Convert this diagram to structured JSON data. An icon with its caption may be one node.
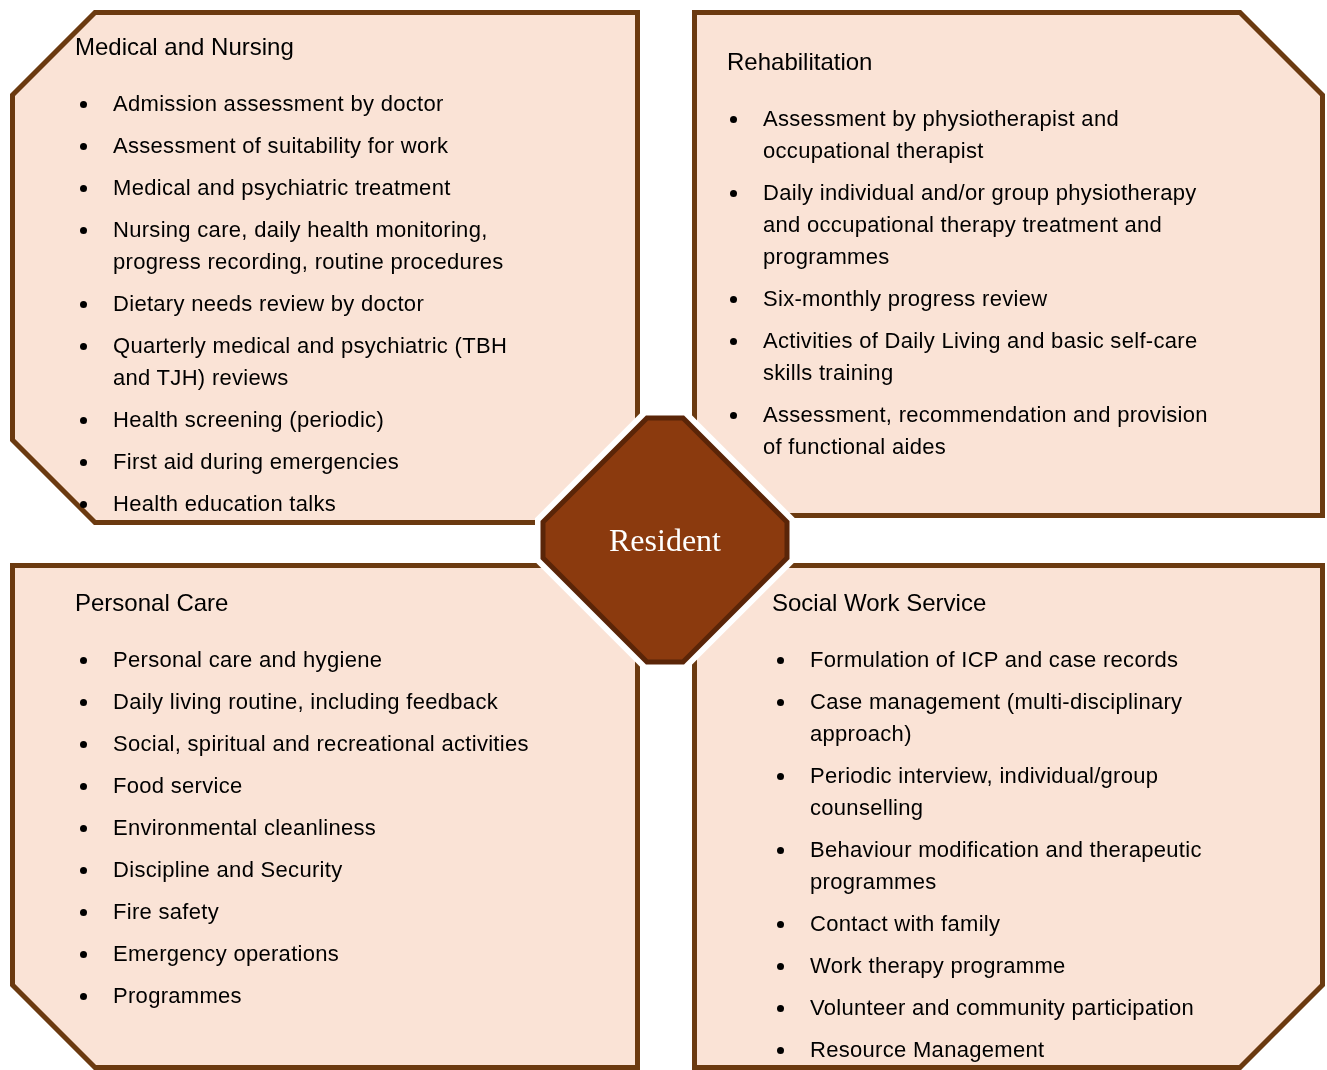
{
  "diagram": {
    "nodes": [
      {
        "text": [
          "Medical and Nursing",
          "Admission assessment by doctor",
          "Assessment of suitability for work",
          "Medical and psychiatric treatment",
          "Nursing care, daily health monitoring, progress recording, routine procedures",
          "Dietary needs review by doctor",
          "Quarterly medical and psychiatric (TBH and TJH) reviews",
          "Health screening (periodic)",
          "First aid during emergencies",
          "Health education talks"
        ]
      },
      {
        "text": [
          "Rehabilitation",
          "Assessment by physiotherapist and occupational therapist",
          "Daily individual and/or group physiotherapy and occupational therapy treatment and programmes",
          "Six-monthly progress review",
          "Activities of Daily Living and basic self-care skills training",
          "Assessment, recommendation and provision of functional aides"
        ]
      },
      {
        "text": [
          "Personal Care",
          "Personal care and hygiene",
          "Daily living routine, including feedback",
          "Social, spiritual and recreational activities",
          "Food service",
          "Environmental cleanliness",
          "Discipline and Security",
          "Fire safety",
          "Emergency operations",
          "Programmes"
        ]
      },
      {
        "text": [
          "Social Work Service",
          "Formulation of ICP and case records",
          "Case management (multi-disciplinary approach)",
          "Periodic interview, individual/group counselling",
          "Behaviour modification and therapeutic programmes",
          "Contact with family",
          "Work therapy programme",
          "Volunteer and community participation",
          "Resource Management"
        ]
      },
      {
        "text": [
          "Resident"
        ]
      }
    ]
  }
}
